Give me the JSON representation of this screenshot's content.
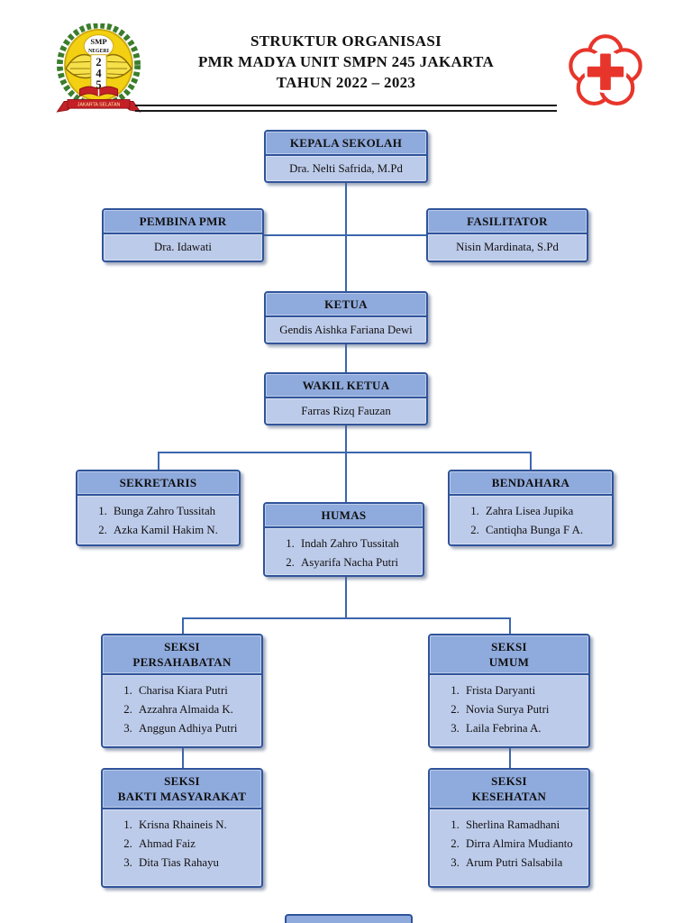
{
  "header": {
    "title_line1": "STRUKTUR ORGANISASI",
    "title_line2": "PMR MADYA UNIT SMPN 245 JAKARTA",
    "title_line3": "TAHUN 2022 – 2023"
  },
  "school_logo": {
    "top1": "SMP",
    "top2": "NEGERI",
    "digit1": "2",
    "digit2": "4",
    "digit3": "5",
    "ribbon": "JAKARTA SELATAN"
  },
  "colors": {
    "box_header": "#8faadc",
    "box_body": "#bdcbea",
    "box_border": "#30549a",
    "connector": "#3b66ae",
    "pmi_red": "#e8352b",
    "logo_yellow": "#f3d011",
    "logo_green": "#3a7d2c",
    "logo_red": "#c42127"
  },
  "boxes": {
    "kepala_sekolah": {
      "title": "KEPALA SEKOLAH",
      "person": "Dra. Nelti Safrida, M.Pd"
    },
    "pembina_pmr": {
      "title": "PEMBINA PMR",
      "person": "Dra. Idawati"
    },
    "fasilitator": {
      "title": "FASILITATOR",
      "person": "Nisin Mardinata, S.Pd"
    },
    "ketua": {
      "title": "KETUA",
      "person": "Gendis Aishka Fariana Dewi"
    },
    "wakil_ketua": {
      "title": "WAKIL KETUA",
      "person": "Farras Rizq Fauzan"
    },
    "sekretaris": {
      "title": "SEKRETARIS",
      "members": [
        "Bunga Zahro Tussitah",
        "Azka Kamil Hakim N."
      ]
    },
    "humas": {
      "title": "HUMAS",
      "members": [
        "Indah Zahro Tussitah",
        "Asyarifa Nacha Putri"
      ]
    },
    "bendahara": {
      "title": "BENDAHARA",
      "members": [
        "Zahra Lisea Jupika",
        "Cantiqha Bunga F A."
      ]
    },
    "seksi_persahabatan": {
      "title_line1": "SEKSI",
      "title_line2": "PERSAHABATAN",
      "members": [
        "Charisa Kiara Putri",
        "Azzahra Almaida K.",
        "Anggun Adhiya Putri"
      ]
    },
    "seksi_umum": {
      "title_line1": "SEKSI",
      "title_line2": "UMUM",
      "members": [
        "Frista Daryanti",
        "Novia Surya Putri",
        "Laila Febrina A."
      ]
    },
    "seksi_bakti_masyarakat": {
      "title_line1": "SEKSI",
      "title_line2": "BAKTI MASYARAKAT",
      "members": [
        "Krisna Rhaineis N.",
        "Ahmad Faiz",
        "Dita Tias Rahayu"
      ]
    },
    "seksi_kesehatan": {
      "title_line1": "SEKSI",
      "title_line2": "KESEHATAN",
      "members": [
        "Sherlina Ramadhani",
        "Dirra Almira Mudianto",
        "Arum Putri Salsabila"
      ]
    }
  }
}
